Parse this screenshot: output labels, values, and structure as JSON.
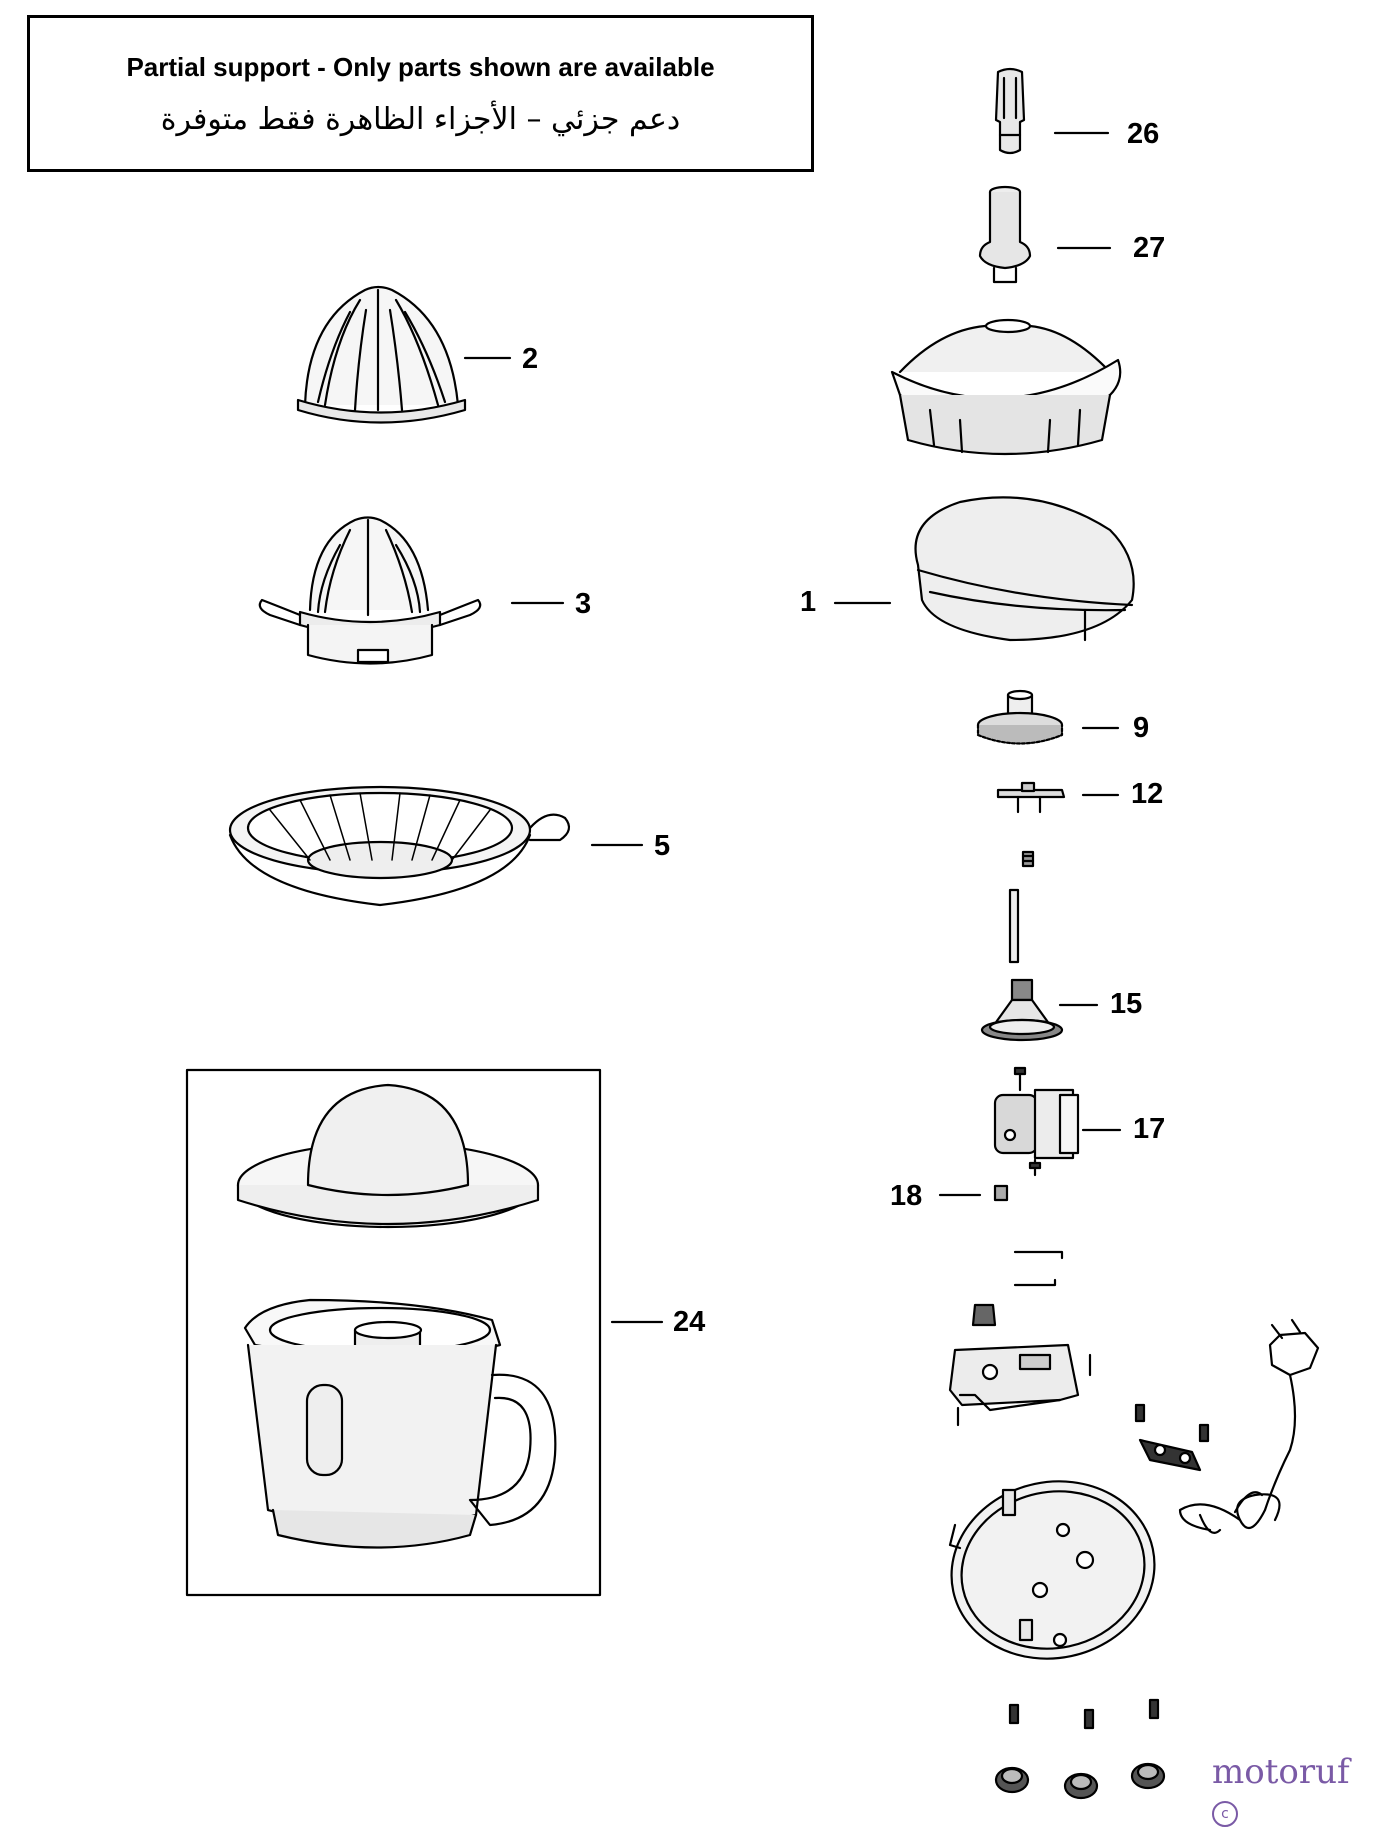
{
  "notice": {
    "english": "Partial support - Only parts shown are available",
    "arabic": "دعم جزئي – الأجزاء الظاهرة فقط متوفرة"
  },
  "labels": {
    "p26": "26",
    "p27": "27",
    "p2": "2",
    "p3": "3",
    "p1": "1",
    "p9": "9",
    "p12": "12",
    "p5": "5",
    "p15": "15",
    "p17": "17",
    "p18": "18",
    "p24": "24"
  },
  "watermark": {
    "text": "motoruf",
    "mark": "c"
  }
}
